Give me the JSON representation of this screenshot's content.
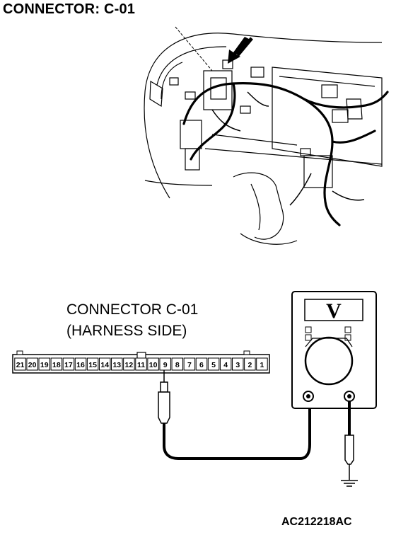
{
  "title": "CONNECTOR: C-01",
  "connector_label_line1": "CONNECTOR C-01",
  "connector_label_line2": "(HARNESS SIDE)",
  "pins": [
    "21",
    "20",
    "19",
    "18",
    "17",
    "16",
    "15",
    "14",
    "13",
    "12",
    "11",
    "10",
    "9",
    "8",
    "7",
    "6",
    "5",
    "4",
    "3",
    "2",
    "1"
  ],
  "probed_pin": "9",
  "meter_display": "V",
  "reference_code": "AC212218AC"
}
